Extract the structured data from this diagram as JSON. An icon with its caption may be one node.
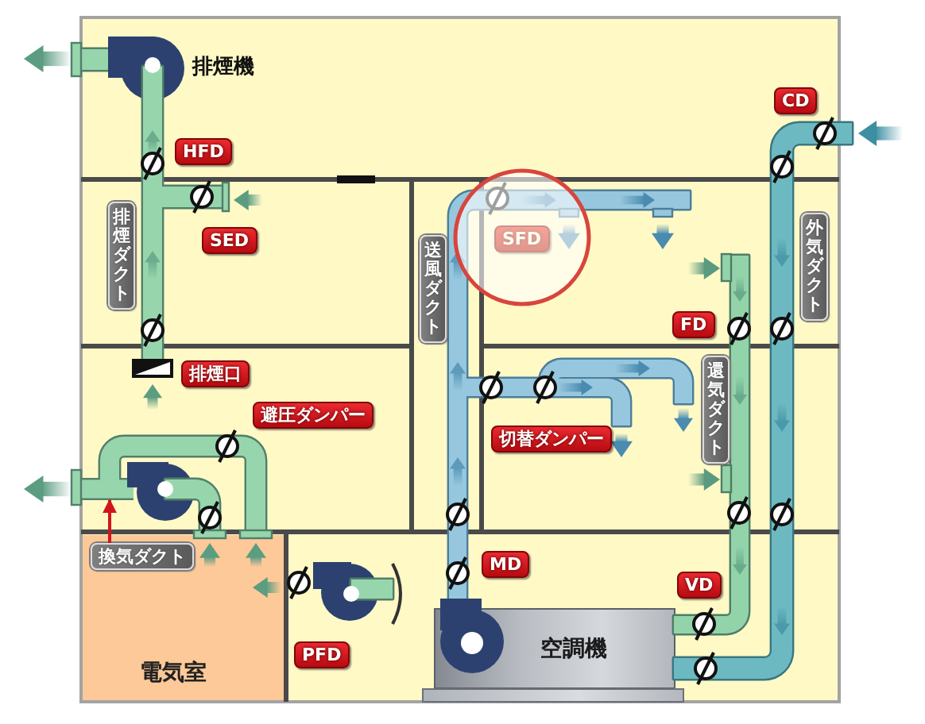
{
  "diagram": {
    "nodes": [
      {
        "text": [
          "HFD"
        ]
      },
      {
        "text": [
          "CD"
        ]
      },
      {
        "text": [
          "排煙ダクト"
        ]
      },
      {
        "text": [
          "SED"
        ]
      },
      {
        "text": [
          "送風ダクト"
        ]
      },
      {
        "text": [
          "SFD"
        ]
      },
      {
        "text": [
          "外気ダクト"
        ]
      },
      {
        "text": [
          "FD"
        ]
      },
      {
        "text": [
          "排煙口"
        ]
      },
      {
        "text": [
          "避圧ダンパー"
        ]
      },
      {
        "text": [
          "還気ダクト"
        ]
      },
      {
        "text": [
          "切替ダンパー"
        ]
      },
      {
        "text": [],
        "shape": "bar"
      },
      {
        "text": [
          "電気室"
        ]
      },
      {
        "text": [
          "換気ダクト"
        ],
        "in": 13
      },
      {
        "text": [
          "MD"
        ]
      },
      {
        "text": [
          "PFD"
        ]
      },
      {
        "text": [
          "VD"
        ]
      },
      {
        "text": [
          "空調機"
        ]
      }
    ],
    "edges": [
      {
        "from": 14,
        "to": 12,
        "arrow": "to"
      }
    ],
    "labels": [
      "排煙機"
    ]
  }
}
